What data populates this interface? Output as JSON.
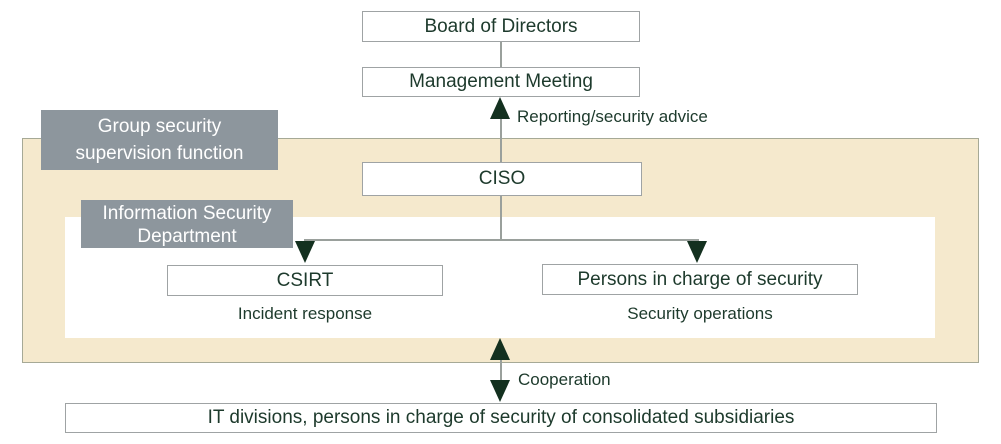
{
  "colors": {
    "panel_beige": "#f5e9cd",
    "panel_beige_border": "#a6a996",
    "region_label_gray": "#8d969d",
    "region_label_text": "#ffffff",
    "node_border_gray": "#9fa3a4",
    "text_dark_green": "#1d3a2c",
    "arrow_dark_green": "#13301f",
    "connector_gray": "#9aa09c"
  },
  "nodes": {
    "board_of_directors": "Board of Directors",
    "management_meeting": "Management Meeting",
    "ciso": "CISO",
    "csirt": "CSIRT",
    "persons_in_charge": "Persons in charge of security",
    "subsidiaries": "IT divisions, persons in charge of security of consolidated subsidiaries"
  },
  "region_labels": {
    "group_function_lines": [
      "Group security",
      "supervision function"
    ],
    "infosec_department_lines": [
      "Information Security",
      "Department"
    ]
  },
  "annotations": {
    "reporting": "Reporting/security advice",
    "incident_response": "Incident response",
    "security_operations": "Security operations",
    "cooperation": "Cooperation"
  }
}
